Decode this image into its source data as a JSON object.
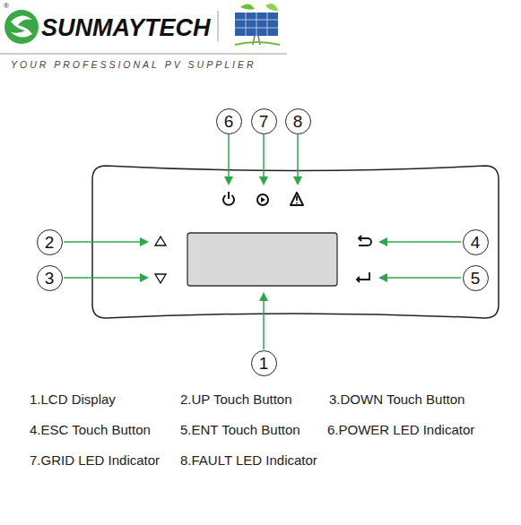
{
  "diagram": {
    "nodes": [
      {
        "text": [
          "6"
        ]
      },
      {
        "text": [
          "7"
        ]
      },
      {
        "text": [
          "8"
        ]
      },
      {
        "text": [
          "2"
        ]
      },
      {
        "text": [
          "4"
        ]
      },
      {
        "text": [
          "3"
        ]
      },
      {
        "text": [
          "5"
        ]
      },
      {
        "text": [
          "1"
        ]
      }
    ],
    "labels": [
      "SUNMAYTECH",
      "®",
      "YOUR PROFESSIONAL PV SUPPLIER",
      "1.LCD Display",
      "2.UP Touch Button",
      "3.DOWN Touch Button",
      "4.ESC Touch Button",
      "5.ENT Touch Button",
      "6.POWER LED Indicator",
      "7.GRID LED Indicator",
      "8.FAULT LED Indicator"
    ]
  }
}
